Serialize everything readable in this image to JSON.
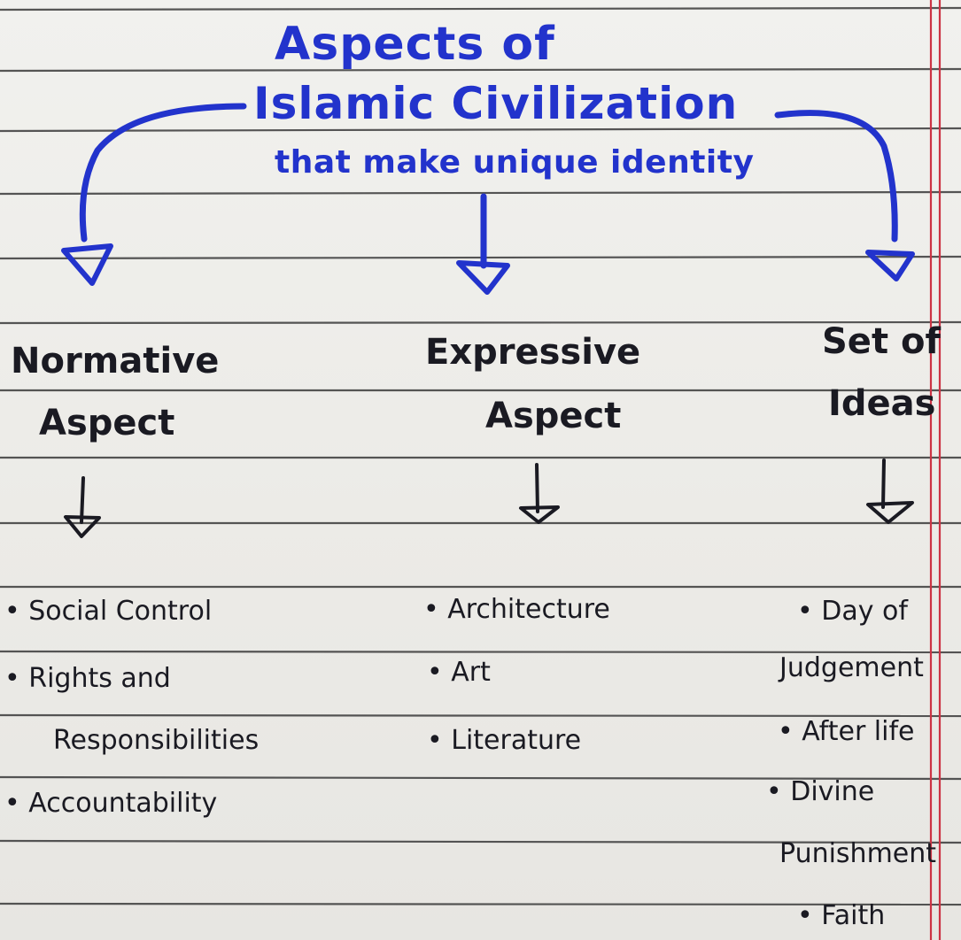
{
  "title": {
    "line1": "Aspects of",
    "line2": "Islamic Civilization",
    "line3": "that make unique identity"
  },
  "columns": [
    {
      "heading_line1": "Normative",
      "heading_line2": "Aspect",
      "items": [
        "• Social Control",
        "• Rights and",
        "Responsibilities",
        "• Accountability"
      ]
    },
    {
      "heading_line1": "Expressive",
      "heading_line2": "Aspect",
      "items": [
        "• Architecture",
        "• Art",
        "• Literature"
      ]
    },
    {
      "heading_line1": "Set of",
      "heading_line2": "Ideas",
      "items": [
        "• Day of",
        "Judgement",
        "• After life",
        "• Divine",
        "Punishment",
        "• Faith"
      ]
    }
  ],
  "colors": {
    "title_ink": "#2233cc",
    "body_ink": "#1a1a22",
    "rule_lines": "#3a3a3a",
    "margin_line": "#cc3344"
  }
}
